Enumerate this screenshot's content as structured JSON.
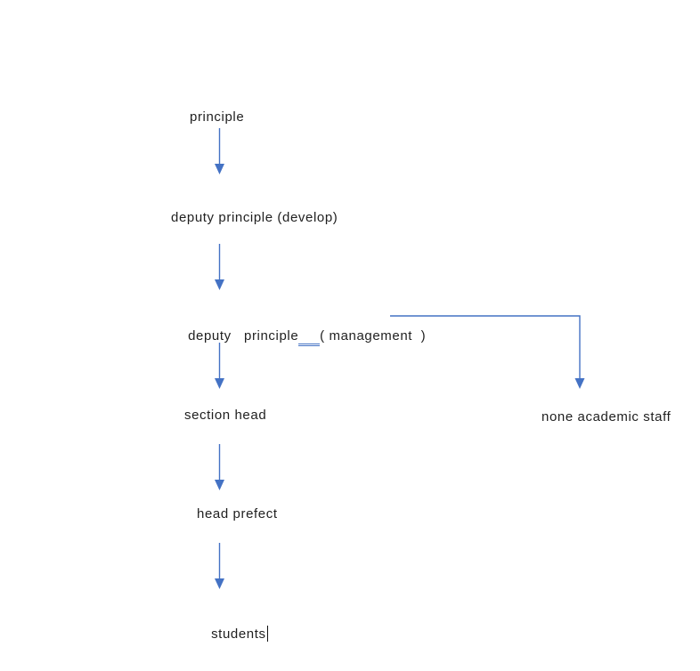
{
  "document": {
    "background_color": "#ffffff",
    "text_color": "#1f1f1f",
    "accent_color": "#4472c4",
    "grammar_underline_color": "#4472c4",
    "caret_color": "#111111"
  },
  "diagram": {
    "type": "flowchart",
    "title": "",
    "nodes": [
      {
        "id": "principle",
        "label": "principle"
      },
      {
        "id": "deputy-principle-develop",
        "label": "deputy principle (develop)"
      },
      {
        "id": "deputy-principle-management",
        "label_before": "deputy   principle",
        "label_underlined": "     ",
        "label_after": "( management  )",
        "full_label": "deputy principle ( management )"
      },
      {
        "id": "section-head",
        "label": "section head"
      },
      {
        "id": "none-academic-staff",
        "label": "none academic staff"
      },
      {
        "id": "head-prefect",
        "label": "head prefect"
      },
      {
        "id": "students",
        "label": "students"
      }
    ],
    "edges": [
      {
        "from": "principle",
        "to": "deputy-principle-develop",
        "shape": "straight-arrow-down",
        "color": "#4472c4"
      },
      {
        "from": "deputy-principle-develop",
        "to": "deputy-principle-management",
        "shape": "straight-arrow-down",
        "color": "#4472c4"
      },
      {
        "from": "deputy-principle-management",
        "to": "section-head",
        "shape": "straight-arrow-down",
        "color": "#4472c4"
      },
      {
        "from": "deputy-principle-management",
        "to": "none-academic-staff",
        "shape": "elbow-arrow-right-then-down",
        "color": "#4472c4"
      },
      {
        "from": "section-head",
        "to": "head-prefect",
        "shape": "straight-arrow-down",
        "color": "#4472c4"
      },
      {
        "from": "head-prefect",
        "to": "students",
        "shape": "straight-arrow-down",
        "color": "#4472c4"
      }
    ],
    "caret": {
      "position": "after-students-label",
      "visible": true
    }
  }
}
